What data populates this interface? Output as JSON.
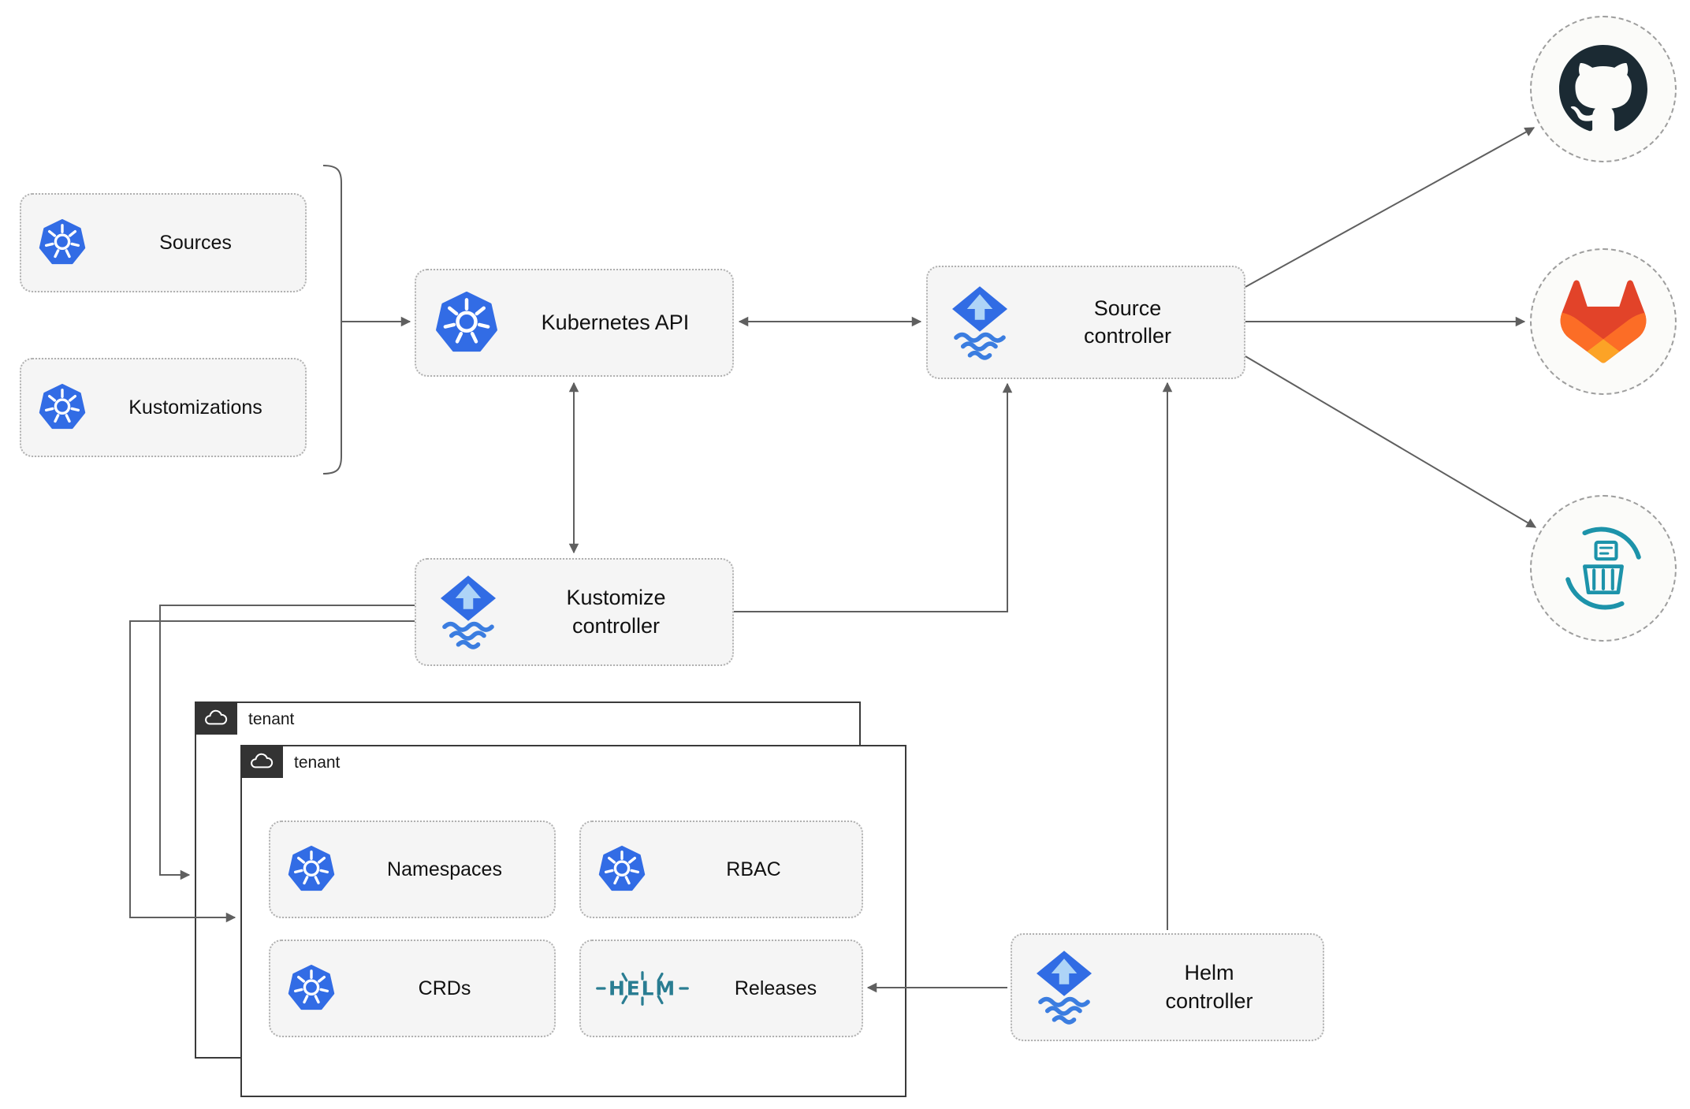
{
  "nodes": {
    "sources": {
      "label": "Sources",
      "icon": "kubernetes-icon"
    },
    "kustomizations": {
      "label": "Kustomizations",
      "icon": "kubernetes-icon"
    },
    "kubernetes_api": {
      "label": "Kubernetes API",
      "icon": "kubernetes-icon"
    },
    "source_controller": {
      "label": "Source controller",
      "icon": "flux-icon"
    },
    "kustomize_controller": {
      "label": "Kustomize controller",
      "icon": "flux-icon"
    },
    "helm_controller": {
      "label": "Helm controller",
      "icon": "flux-icon"
    },
    "namespaces": {
      "label": "Namespaces",
      "icon": "kubernetes-icon"
    },
    "rbac": {
      "label": "RBAC",
      "icon": "kubernetes-icon"
    },
    "crds": {
      "label": "CRDs",
      "icon": "kubernetes-icon"
    },
    "releases": {
      "label": "Releases",
      "icon": "helm-icon",
      "icon_text": "HELM"
    }
  },
  "groups": {
    "tenant_back": {
      "label": "tenant",
      "icon": "cloud-icon"
    },
    "tenant_front": {
      "label": "tenant",
      "icon": "cloud-icon"
    }
  },
  "endpoints": {
    "github": {
      "icon": "github-icon"
    },
    "gitlab": {
      "icon": "gitlab-icon"
    },
    "bucket": {
      "icon": "bucket-icon"
    }
  },
  "colors": {
    "kubernetes_blue": "#326ce5",
    "flux_blue": "#316ce4",
    "flux_arrow_light": "#aed4f7",
    "helm_teal": "#2a7d92",
    "github_dark": "#1b2a33",
    "gitlab_red": "#e24329",
    "gitlab_orange": "#fc6d26",
    "gitlab_yellow": "#fca326",
    "bucket_teal": "#1d93aa",
    "edge_gray": "#5f5f5f",
    "node_fill": "#f5f5f5",
    "node_border": "#b0b0b0",
    "tenant_border": "#3a3a3a",
    "tenant_tab_bg": "#333333"
  }
}
